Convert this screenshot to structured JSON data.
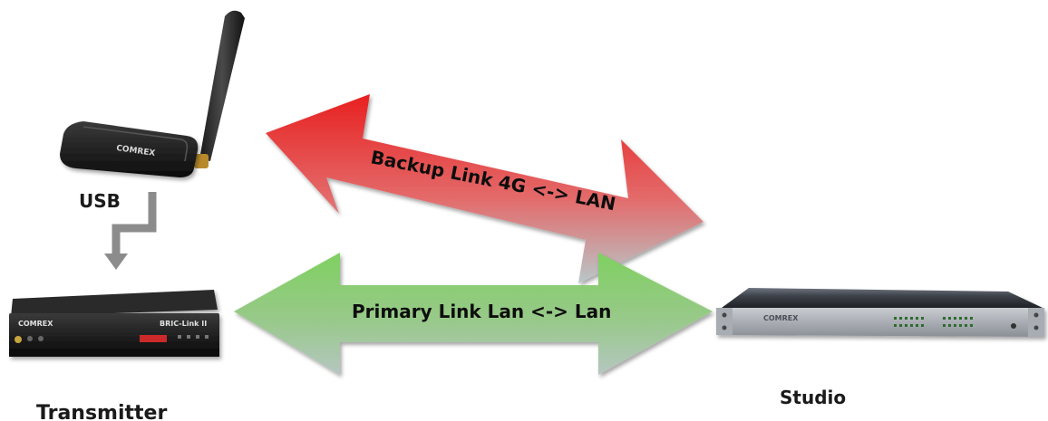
{
  "labels": {
    "usb": "USB",
    "transmitter": "Transmitter",
    "studio": "Studio"
  },
  "links": {
    "backup": "Backup Link 4G <-> LAN",
    "primary": "Primary Link Lan <-> Lan"
  },
  "devices": {
    "usb_brand": "COMREX",
    "transmitter_brand": "COMREX",
    "transmitter_model": "BRIC-Link II",
    "studio_brand": "COMREX"
  },
  "colors": {
    "backup_arrow_top": "#e82020",
    "backup_arrow_bottom": "#b8c7c9",
    "primary_arrow_top": "#7fd060",
    "primary_arrow_bottom": "#b5c6c0",
    "connector_arrow": "#8c8c8c"
  }
}
